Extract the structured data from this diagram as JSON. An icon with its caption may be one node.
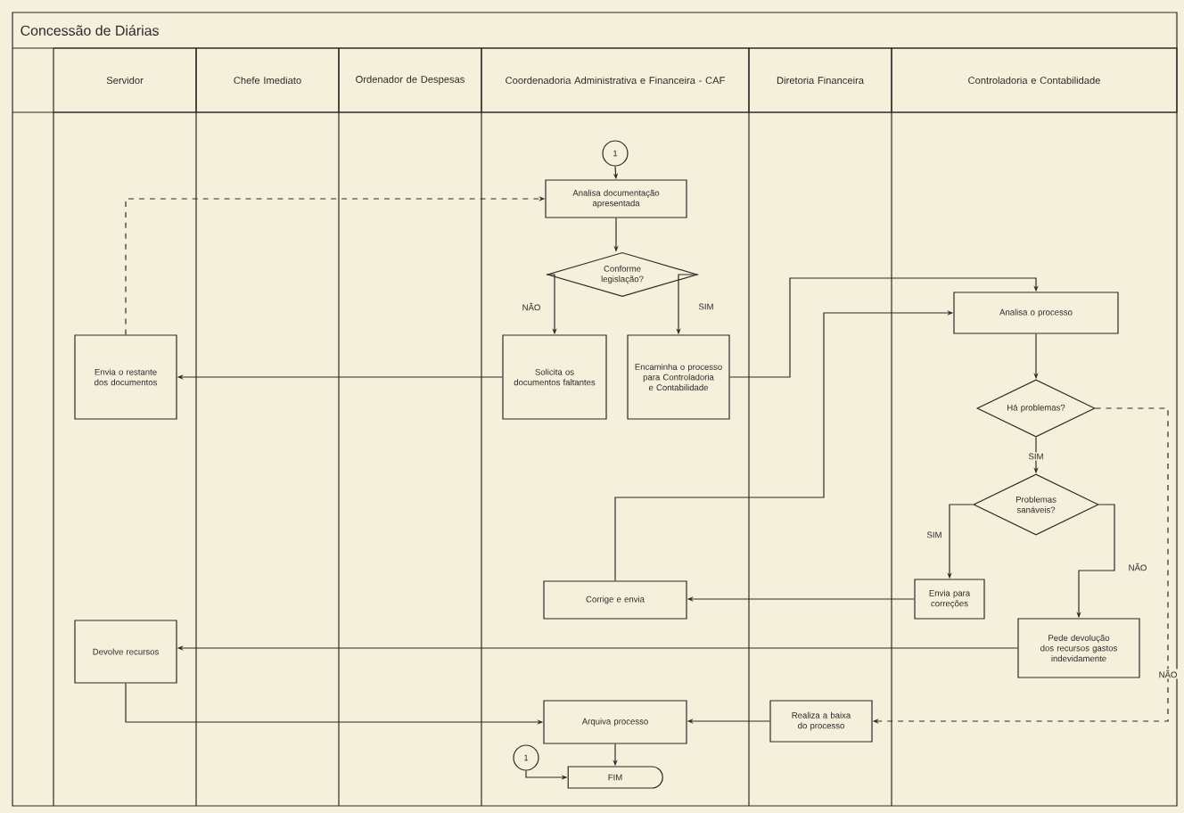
{
  "diagram": {
    "title": "Concessão de Diárias",
    "nodes": [
      {
        "text": [
          "Servidor"
        ]
      },
      {
        "text": [
          "Chefe Imediato"
        ]
      },
      {
        "text": [
          "Ordenador de Despesas"
        ]
      },
      {
        "text": [
          "Coordenadoria Administrativa e Financeira - CAF"
        ]
      },
      {
        "text": [
          "Diretoria Financeira"
        ]
      },
      {
        "text": [
          "Controladoria e Contabilidade"
        ]
      },
      {
        "text": [
          "1"
        ]
      },
      {
        "text": [
          "Analisa documentação apresentada"
        ]
      },
      {
        "text": [
          "Conforme legislação?"
        ]
      },
      {
        "text": [
          "Solicita os documentos faltantes"
        ]
      },
      {
        "text": [
          "Encaminha o processo para Controladoria e Contabilidade"
        ]
      },
      {
        "text": [
          "Envia o restante dos documentos"
        ]
      },
      {
        "text": [
          "Analisa o processo"
        ]
      },
      {
        "text": [
          "Há problemas?"
        ]
      },
      {
        "text": [
          "Problemas sanáveis?"
        ]
      },
      {
        "text": [
          "Envia para correções"
        ]
      },
      {
        "text": [
          "Corrige e envia"
        ]
      },
      {
        "text": [
          "Pede devolução dos recursos gastos indevidamente"
        ]
      },
      {
        "text": [
          "Devolve recursos"
        ]
      },
      {
        "text": [
          "Arquiva processo"
        ]
      },
      {
        "text": [
          "Realiza a baixa do processo"
        ]
      },
      {
        "text": [
          "1"
        ]
      },
      {
        "text": [
          "FIM"
        ]
      }
    ],
    "edges": [
      {
        "from": 6,
        "to": 7,
        "arrow": "to"
      },
      {
        "from": 7,
        "to": 8,
        "arrow": "to"
      },
      {
        "from": 8,
        "to": 9,
        "arrow": "to",
        "label": "NÃO"
      },
      {
        "from": 8,
        "to": 10,
        "arrow": "to",
        "label": "SIM"
      },
      {
        "from": 9,
        "to": 11,
        "arrow": "to"
      },
      {
        "from": 11,
        "to": 7,
        "arrow": "to",
        "style": "dashed"
      },
      {
        "from": 10,
        "to": 12,
        "arrow": "to"
      },
      {
        "from": 12,
        "to": 13,
        "arrow": "to"
      },
      {
        "from": 13,
        "to": 14,
        "arrow": "to",
        "label": "SIM"
      },
      {
        "from": 14,
        "to": 15,
        "arrow": "to",
        "label": "SIM"
      },
      {
        "from": 14,
        "to": 17,
        "arrow": "to",
        "label": "NÃO"
      },
      {
        "from": 15,
        "to": 16,
        "arrow": "to"
      },
      {
        "from": 16,
        "to": 12,
        "arrow": "to"
      },
      {
        "from": 17,
        "to": 18,
        "arrow": "to"
      },
      {
        "from": 13,
        "to": 20,
        "arrow": "to",
        "label": "NÃO",
        "style": "dashed"
      },
      {
        "from": 20,
        "to": 19,
        "arrow": "to"
      },
      {
        "from": 18,
        "to": 19,
        "arrow": "to"
      },
      {
        "from": 19,
        "to": 22,
        "arrow": "to"
      },
      {
        "from": 21,
        "to": 22,
        "arrow": "to"
      }
    ]
  }
}
